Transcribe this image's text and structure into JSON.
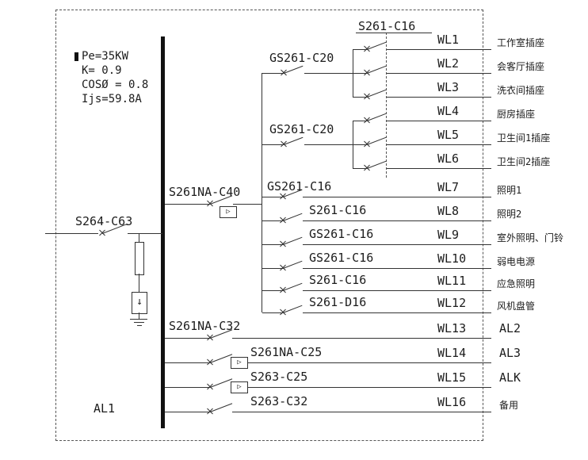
{
  "diagram": {
    "panel_name": "AL1",
    "incoming_breaker": "S264-C63",
    "main_breaker": "S261NA-C40",
    "params": [
      "Pe=35KW",
      "K= 0.9",
      "COSØ = 0.8",
      "Ijs=59.8A"
    ],
    "socket_group_breaker": "S261-C16",
    "group_breakers": [
      "GS261-C20",
      "GS261-C20"
    ],
    "symbols": {
      "trip_unit": "▷",
      "surge_arrester": "↓"
    }
  },
  "circuits": [
    {
      "id": "WL1",
      "breaker": "",
      "load": "工作室插座"
    },
    {
      "id": "WL2",
      "breaker": "",
      "load": "会客厅插座"
    },
    {
      "id": "WL3",
      "breaker": "",
      "load": "洗衣间插座"
    },
    {
      "id": "WL4",
      "breaker": "",
      "load": "厨房插座"
    },
    {
      "id": "WL5",
      "breaker": "",
      "load": "卫生间1插座"
    },
    {
      "id": "WL6",
      "breaker": "",
      "load": "卫生间2插座"
    },
    {
      "id": "WL7",
      "breaker": "GS261-C16",
      "load": "照明1"
    },
    {
      "id": "WL8",
      "breaker": "S261-C16",
      "load": "照明2"
    },
    {
      "id": "WL9",
      "breaker": "GS261-C16",
      "load": "室外照明、门铃"
    },
    {
      "id": "WL10",
      "breaker": "GS261-C16",
      "load": "弱电电源"
    },
    {
      "id": "WL11",
      "breaker": "S261-C16",
      "load": "应急照明"
    },
    {
      "id": "WL12",
      "breaker": "S261-D16",
      "load": "风机盘管"
    },
    {
      "id": "WL13",
      "breaker": "S261NA-C32",
      "load": "AL2"
    },
    {
      "id": "WL14",
      "breaker": "S261NA-C25",
      "load": "AL3"
    },
    {
      "id": "WL15",
      "breaker": "S263-C25",
      "load": "ALK"
    },
    {
      "id": "WL16",
      "breaker": "S263-C32",
      "load": "备用"
    }
  ]
}
